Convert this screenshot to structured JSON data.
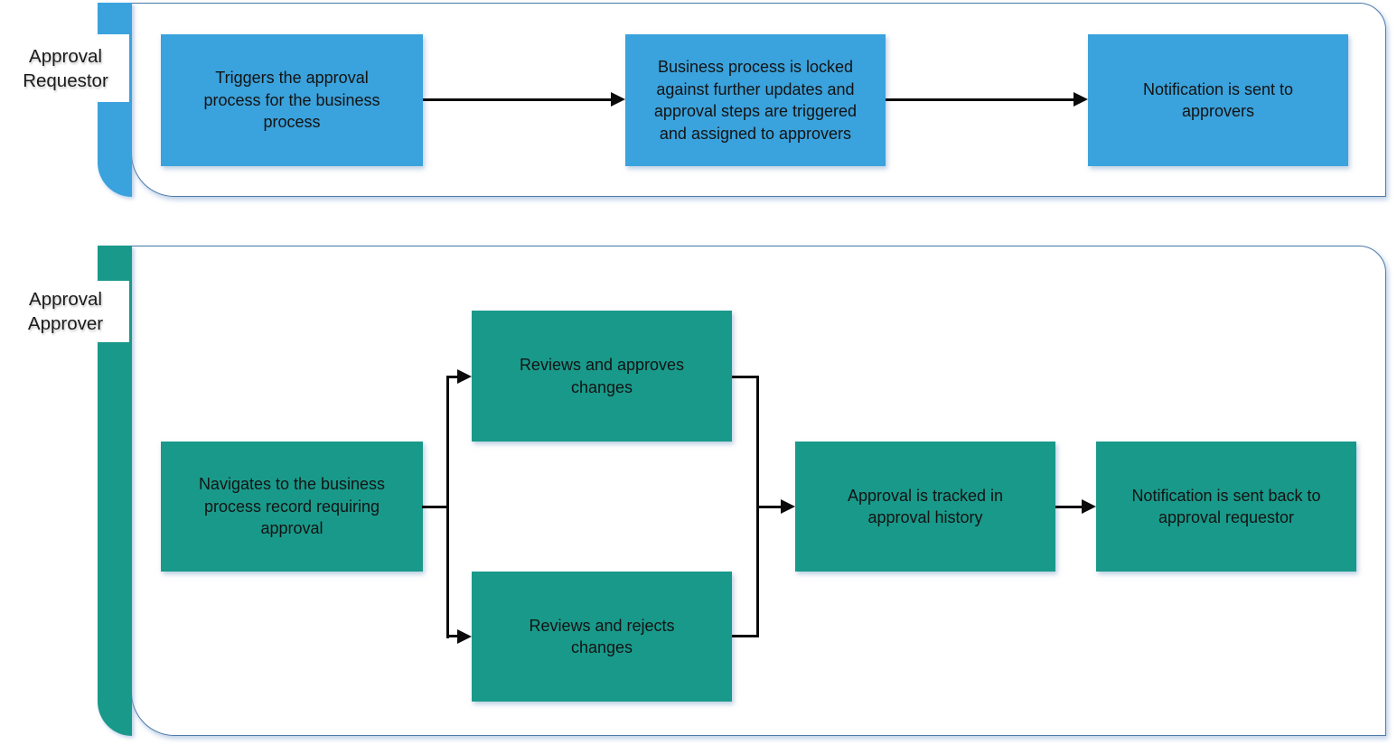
{
  "diagram": {
    "type": "swimlane-flowchart",
    "colors": {
      "requestor_fill": "#3AA2DC",
      "approver_fill": "#19998A",
      "lane_border": "#4E7BA9",
      "connector": "#0B0B0B",
      "text": "#131313"
    },
    "lanes": [
      {
        "label": "Approval\nRequestor",
        "nodes": [
          {
            "text": "Triggers the approval\nprocess for the business\nprocess"
          },
          {
            "text": "Business process is locked\nagainst further updates and\napproval steps are triggered\nand assigned to approvers"
          },
          {
            "text": "Notification is sent to\napprovers"
          }
        ]
      },
      {
        "label": "Approval\nApprover",
        "nodes": [
          {
            "text": "Navigates to the business\nprocess record requiring\napproval"
          },
          {
            "text": "Reviews and approves\nchanges"
          },
          {
            "text": "Reviews and rejects\nchanges"
          },
          {
            "text": "Approval is tracked in\napproval history"
          },
          {
            "text": "Notification is sent back to\napproval requestor"
          }
        ]
      }
    ]
  }
}
